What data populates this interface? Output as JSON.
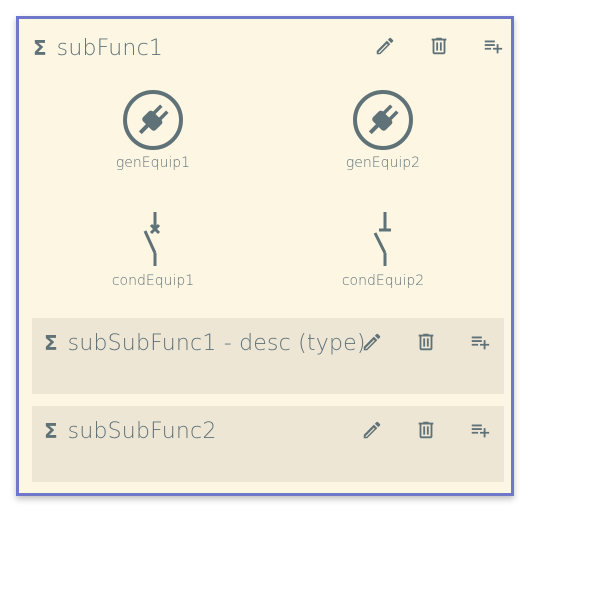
{
  "subfunction": {
    "title": "subFunc1",
    "sigma": "Σ",
    "general_equipment": [
      {
        "label": "genEquip1",
        "icon": "plug-icon"
      },
      {
        "label": "genEquip2",
        "icon": "plug-icon"
      }
    ],
    "conducting_equipment": [
      {
        "label": "condEquip1",
        "icon": "circuit-breaker-icon"
      },
      {
        "label": "condEquip2",
        "icon": "disconnector-icon"
      }
    ],
    "children": [
      {
        "title": "subSubFunc1 - desc (type)",
        "sigma": "Σ"
      },
      {
        "title": "subSubFunc2",
        "sigma": "Σ"
      }
    ]
  },
  "actions": {
    "edit_icon": "pencil-icon",
    "delete_icon": "trash-icon",
    "add_icon": "playlist-add-icon"
  },
  "colors": {
    "card_background": "#fdf6e3",
    "card_border": "#6f78c8",
    "child_background": "#eee6d5",
    "icon": "#5f7278"
  }
}
